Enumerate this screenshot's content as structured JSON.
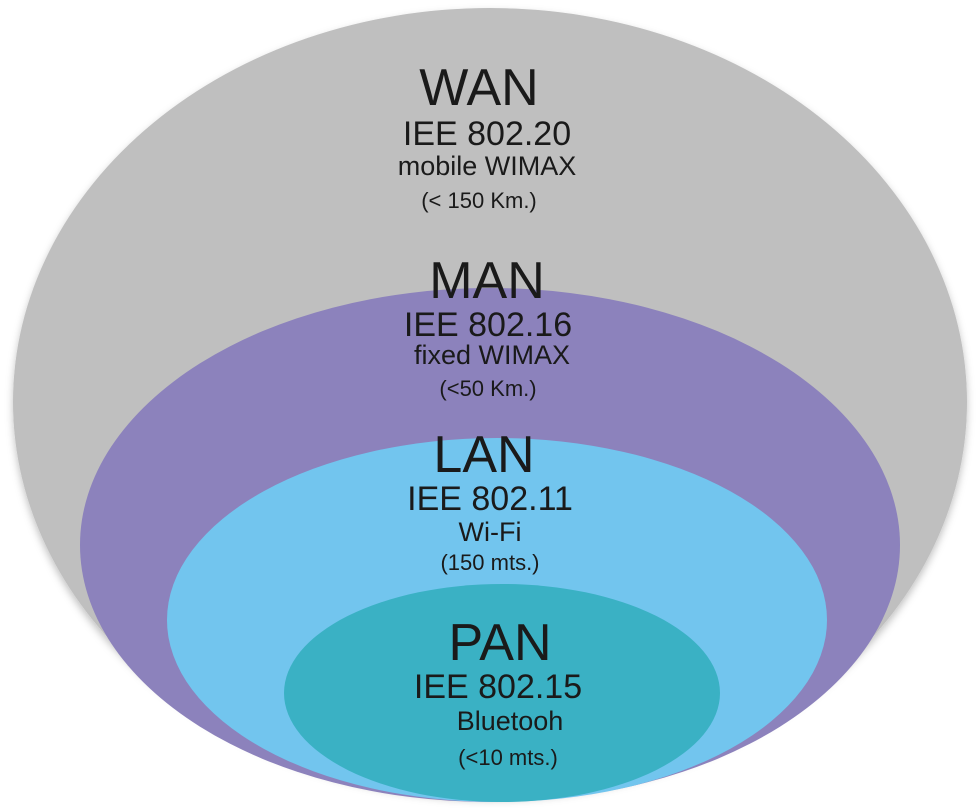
{
  "colors": {
    "background": "#ffffff",
    "wan_fill": "#bfbfbf",
    "man_fill": "#8c82bc",
    "lan_fill": "#72c5ee",
    "pan_fill": "#3ab1c4",
    "text": "#1a1a1a"
  },
  "networks": {
    "wan": {
      "name": "WAN",
      "standard": "IEE 802.20",
      "technology": "mobile WIMAX",
      "range": "(< 150 Km.)"
    },
    "man": {
      "name": "MAN",
      "standard": "IEE 802.16",
      "technology": "fixed WIMAX",
      "range": "(<50 Km.)"
    },
    "lan": {
      "name": "LAN",
      "standard": "IEE 802.11",
      "technology": "Wi-Fi",
      "range": "(150 mts.)"
    },
    "pan": {
      "name": "PAN",
      "standard": "IEE 802.15",
      "technology": "Bluetooh",
      "range": "(<10 mts.)"
    }
  }
}
